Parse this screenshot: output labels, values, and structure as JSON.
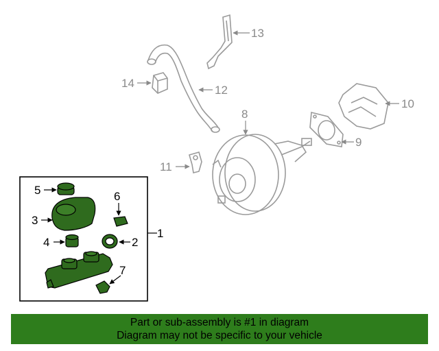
{
  "callouts": {
    "c1": "1",
    "c2": "2",
    "c3": "3",
    "c4": "4",
    "c5": "5",
    "c6": "6",
    "c7": "7",
    "c8": "8",
    "c9": "9",
    "c10": "10",
    "c11": "11",
    "c12": "12",
    "c13": "13",
    "c14": "14"
  },
  "banner": {
    "line1": "Part or sub-assembly is #1 in diagram",
    "line2": "Diagram may not be specific to your vehicle"
  },
  "colors": {
    "highlight_part": "#2f6b1e",
    "banner_bg": "#2e7d1c",
    "ghost_part": "#9a9a9a"
  }
}
